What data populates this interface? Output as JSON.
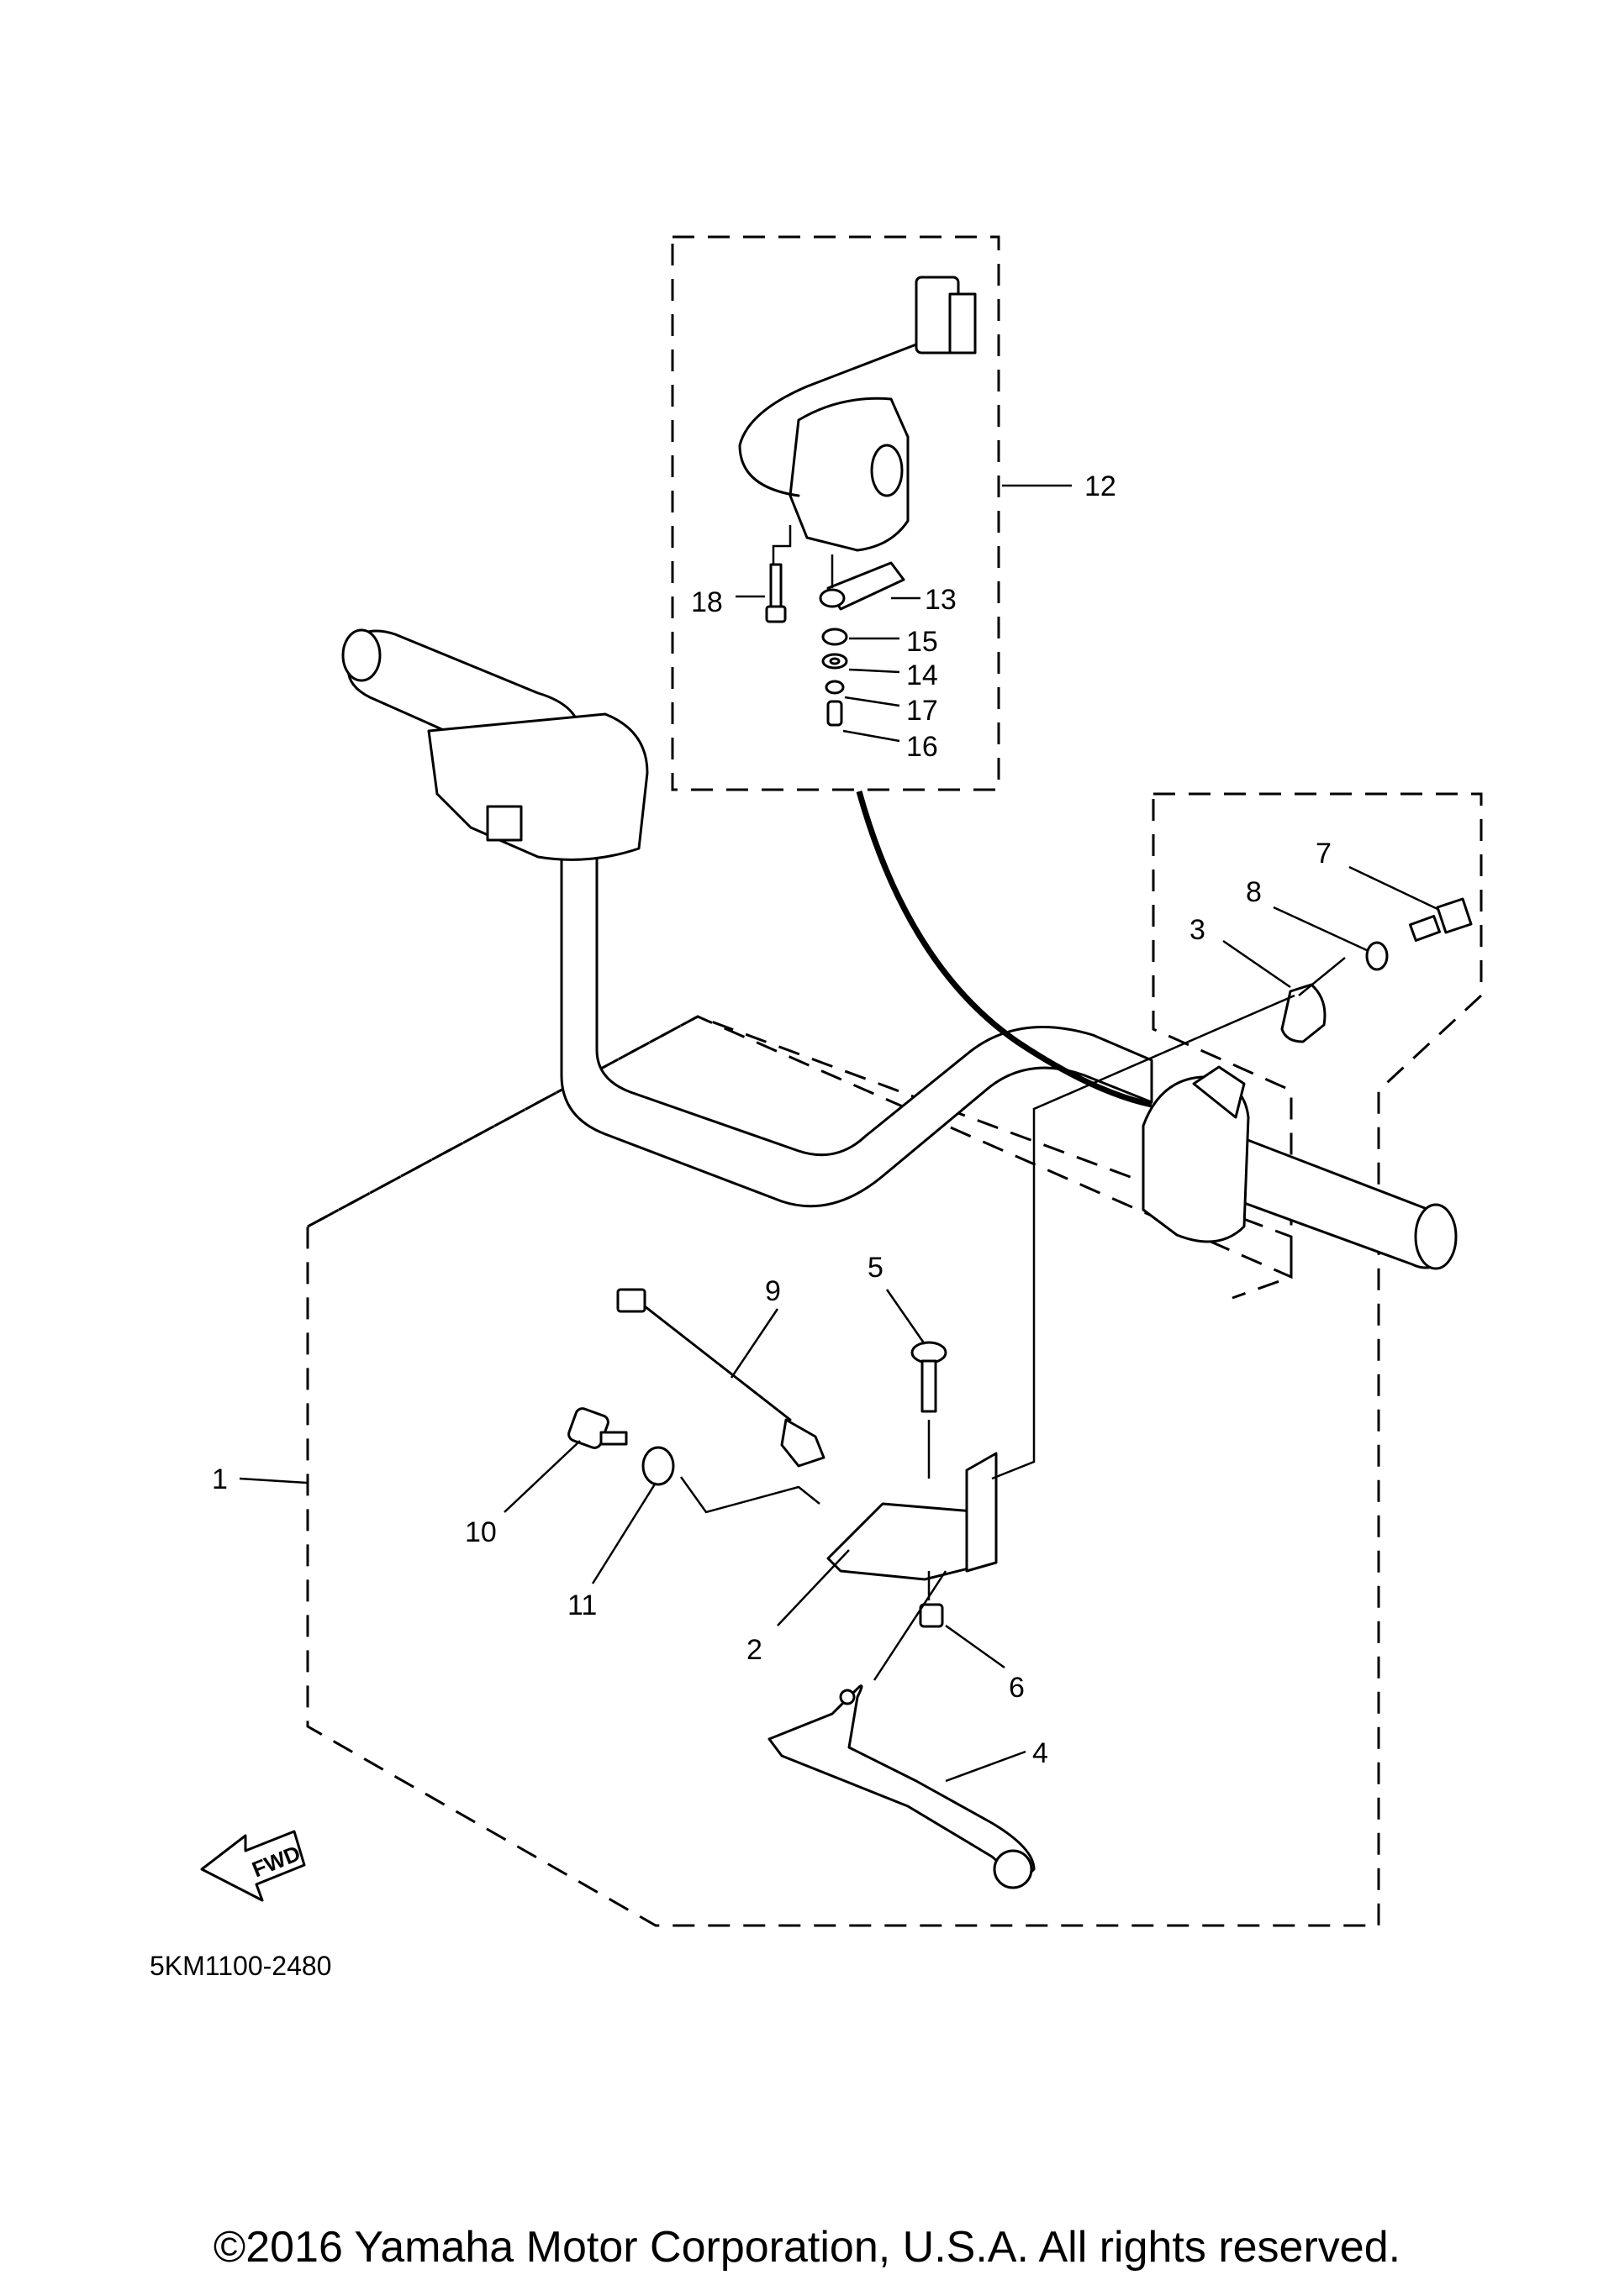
{
  "diagram": {
    "code": "5KM1100-2480",
    "copyright": "©2016 Yamaha Motor Corporation, U.S.A. All rights reserved.",
    "fwd_label": "FWD",
    "callouts": [
      "1",
      "2",
      "3",
      "4",
      "5",
      "6",
      "7",
      "8",
      "9",
      "10",
      "11",
      "12",
      "13",
      "14",
      "15",
      "16",
      "17",
      "18"
    ]
  }
}
